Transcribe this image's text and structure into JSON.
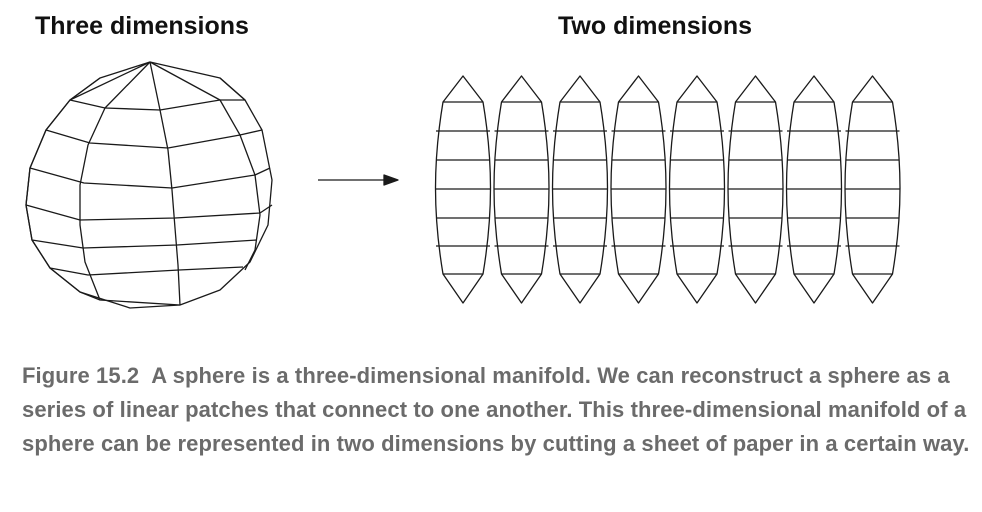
{
  "headings": {
    "left": "Three dimensions",
    "right": "Two dimensions"
  },
  "caption": {
    "label": "Figure 15.2",
    "text": "A sphere is a three-dimensional manifold. We can reconstruct a sphere as a series of linear patches that connect to one another. This three-dimensional manifold of a sphere can be represented in two dimensions by cutting a sheet of paper in a certain way."
  },
  "colors": {
    "lines": "#1a1a1a",
    "caption": "#6b6b6b",
    "heading": "#111111"
  },
  "strip_count": 8
}
